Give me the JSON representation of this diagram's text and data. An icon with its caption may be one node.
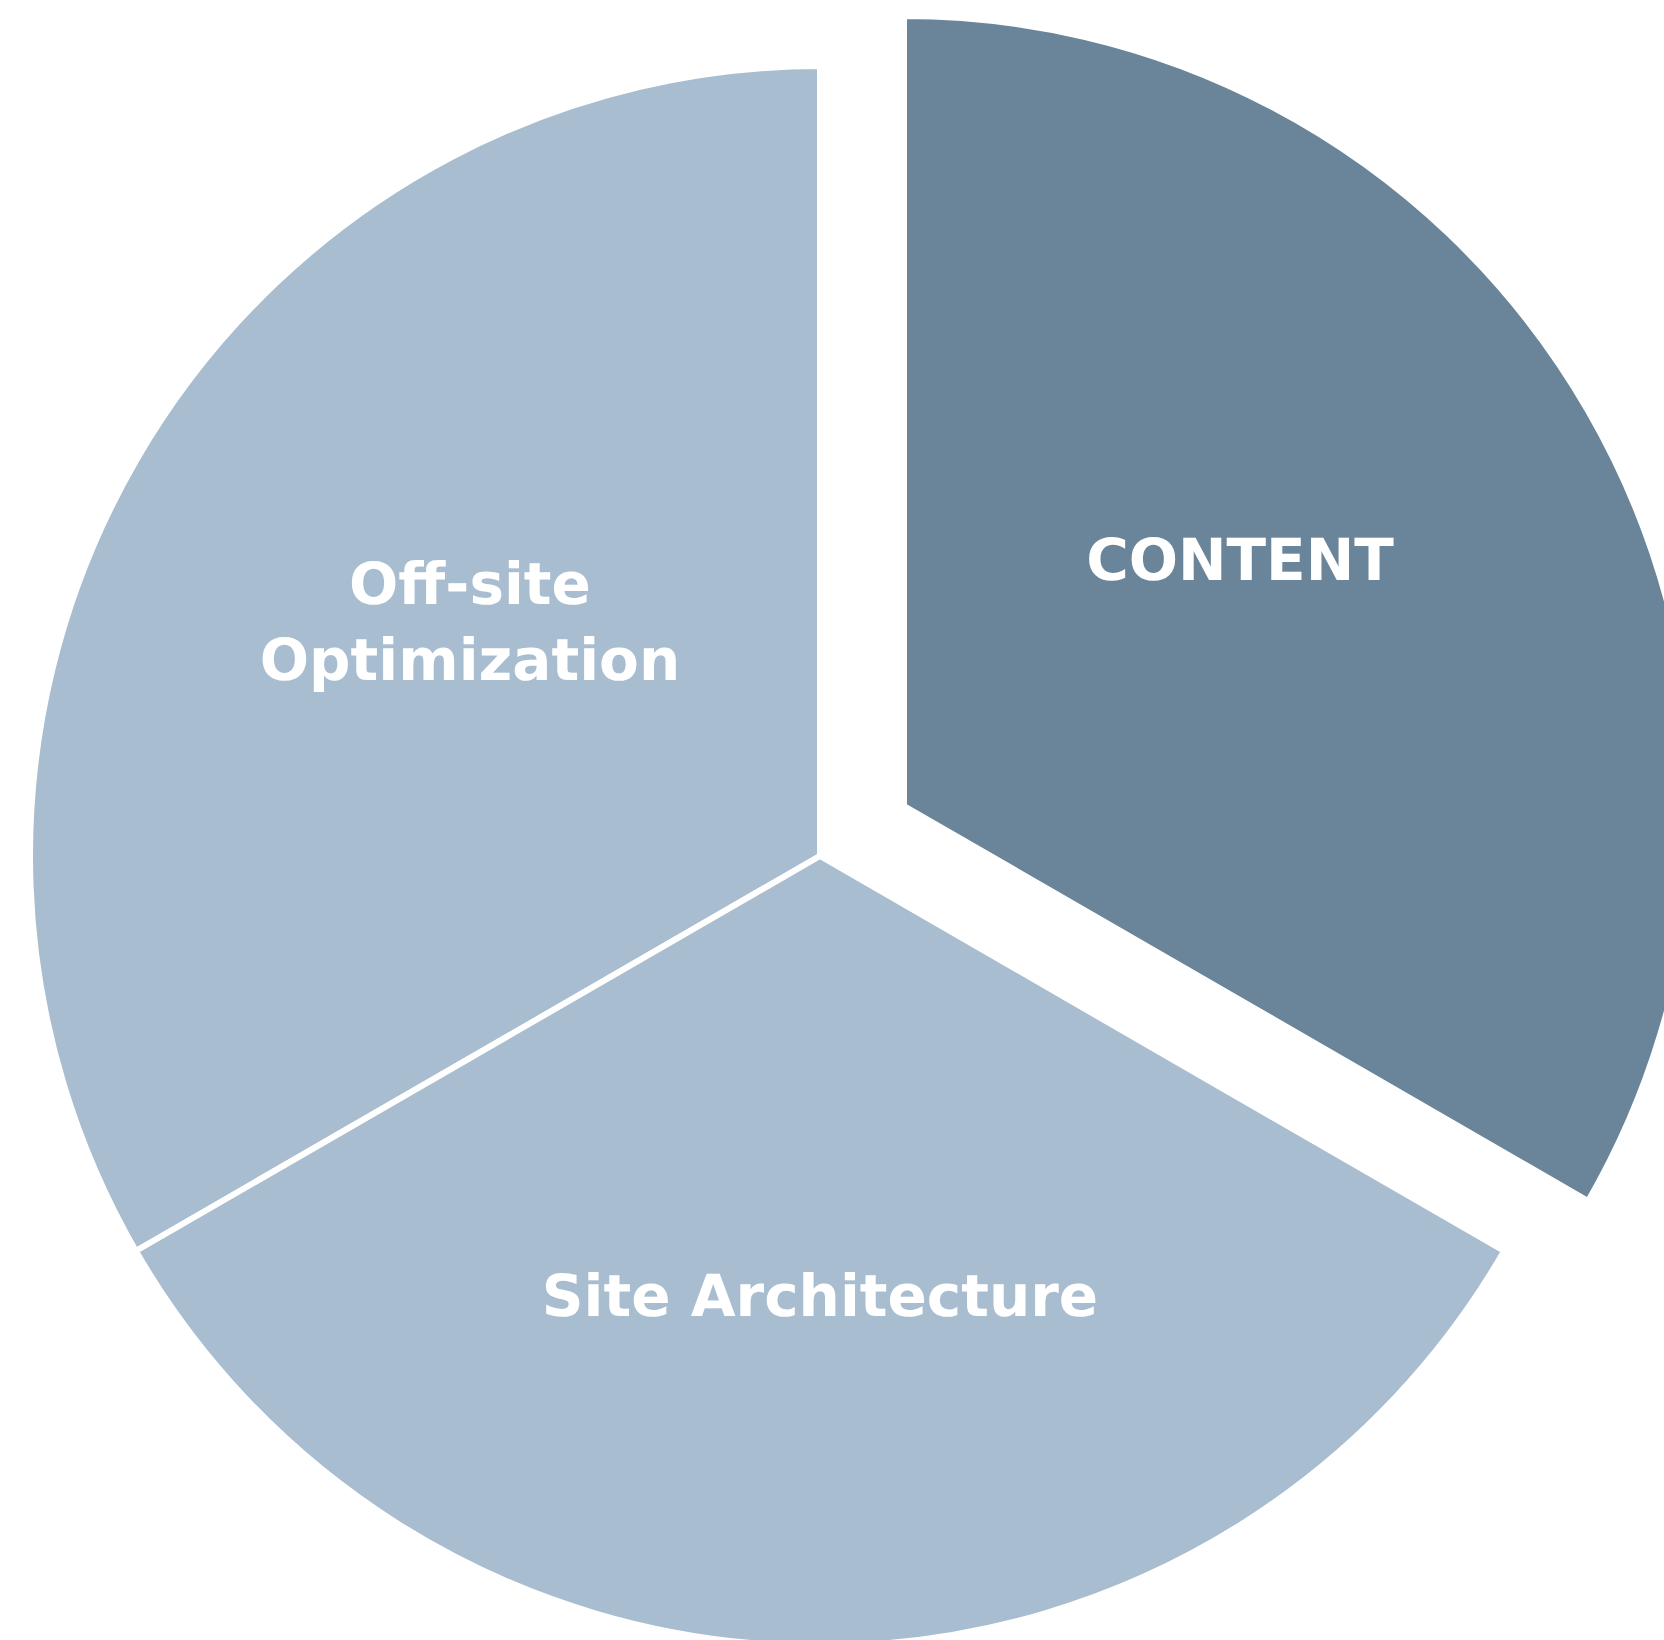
{
  "diagram": {
    "nodes": [
      {
        "text": [
          "Off-site Optimization"
        ]
      },
      {
        "text": [
          "CONTENT"
        ]
      },
      {
        "text": [
          "Site Architecture"
        ]
      }
    ]
  }
}
